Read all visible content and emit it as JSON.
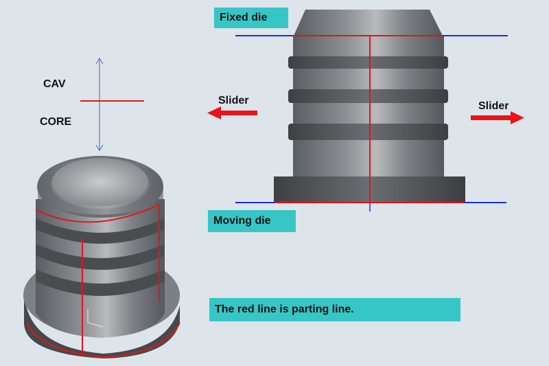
{
  "labels": {
    "fixed_die": "Fixed die",
    "moving_die": "Moving die",
    "cav": "CAV",
    "core": "CORE",
    "slider_left": "Slider",
    "slider_right": "Slider",
    "note": "The red line is parting line."
  },
  "colors": {
    "background": "#dde4ea",
    "label_box": "#36c6c6",
    "parting_line": "#e0151b",
    "die_line": "#1a2fd0",
    "arrow": "#e8141a",
    "part_body": "#6f7276"
  }
}
